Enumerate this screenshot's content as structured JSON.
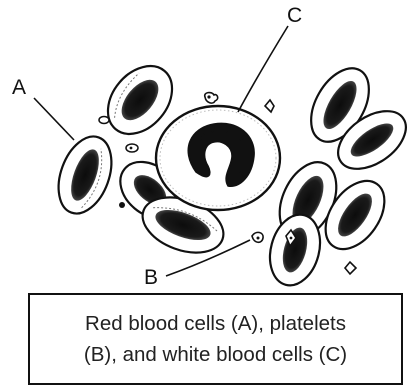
{
  "labels": {
    "a": "A",
    "b": "B",
    "c": "C"
  },
  "caption": {
    "line1": "Red blood cells (A), platelets",
    "line2": "(B), and white blood cells (C)"
  },
  "colors": {
    "ink": "#111111",
    "cell_fill": "#ffffff",
    "background": "#ffffff"
  }
}
